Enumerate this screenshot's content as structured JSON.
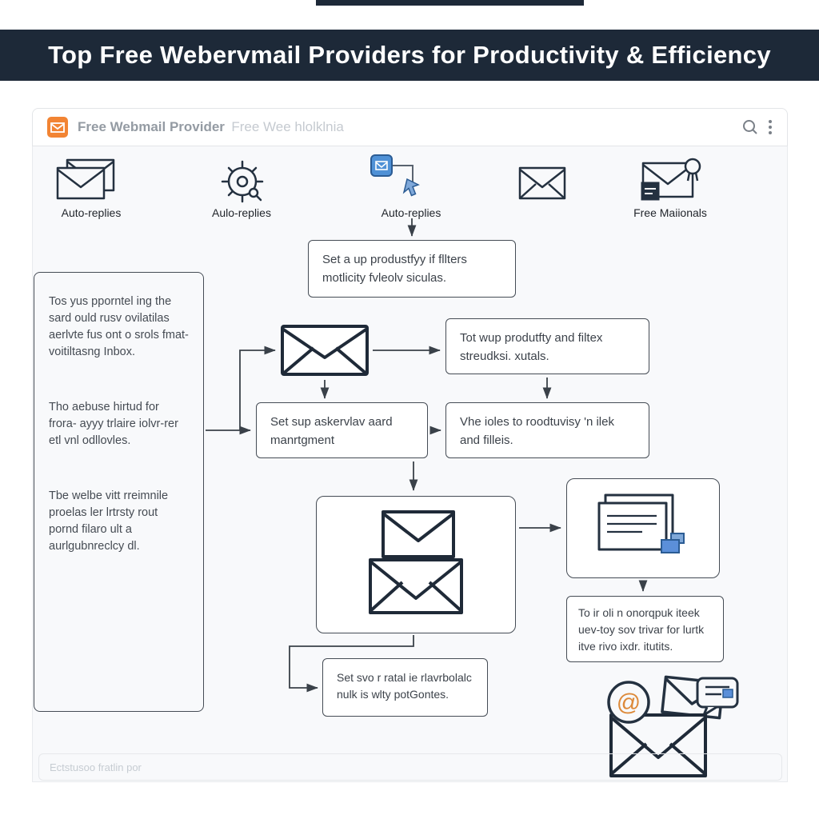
{
  "colors": {
    "header_bg": "#1d2938",
    "accent_orange": "#f28433",
    "accent_blue": "#4f91d6",
    "ink": "#243140",
    "box_border": "#454c55"
  },
  "header": {
    "title": "Top Free Webervmail Providers for Productivity & Efficiency"
  },
  "browser_bar": {
    "logo_icon": "orange-envelope",
    "title": "Free Webmail Provider",
    "title_faded": "Free Wee hlolklnia",
    "search_icon": "magnifier",
    "menu_icon": "kebab-dots"
  },
  "icons_row": {
    "items": [
      {
        "icon": "double-envelope",
        "label": "Auto-replies"
      },
      {
        "icon": "gear",
        "label": "Aulo-replies"
      },
      {
        "icon": "flow-pointer",
        "label": "Auto-replies"
      },
      {
        "icon": "envelope",
        "label": ""
      },
      {
        "icon": "envelope-badge",
        "label": "Free Maiionals"
      }
    ]
  },
  "left_panel": {
    "paragraphs": [
      "Tos yus pporntel ing the sard ould rusv ovilatilas aerlvte fus ont o srols fmat- voitiltasng Inbox.",
      "Tho aebuse hirtud for frora- ayyy trlaire iolvr-rer etl vnl odllovles.",
      "Tbe welbe vitt rreimnile proelas ler lrtrsty rout pornd filaro ult a aurlgubnreclcy dl."
    ]
  },
  "flowchart": {
    "setup_filters": "Set a up produstfyy if fllters motlicity fvleolv siculas.",
    "productivity_filters": "Tot wup produtfty and filtex streudksi. xutals.",
    "mail_management": "Set sup askervlav aard manrtgment",
    "rules_and_filters": "Vhe ioles to roodtuvisy 'n ilek and filleis.",
    "backup_note": "To ir oli n onorqpuk iteek uev-toy sov trivar for lurtk itve rivo ixdr. itutits.",
    "templates_note": "Set svo r ratal ie rlavrbolalc nulk is wlty potGontes."
  },
  "footer": {
    "note": "Ectstusoo fratlin por"
  }
}
